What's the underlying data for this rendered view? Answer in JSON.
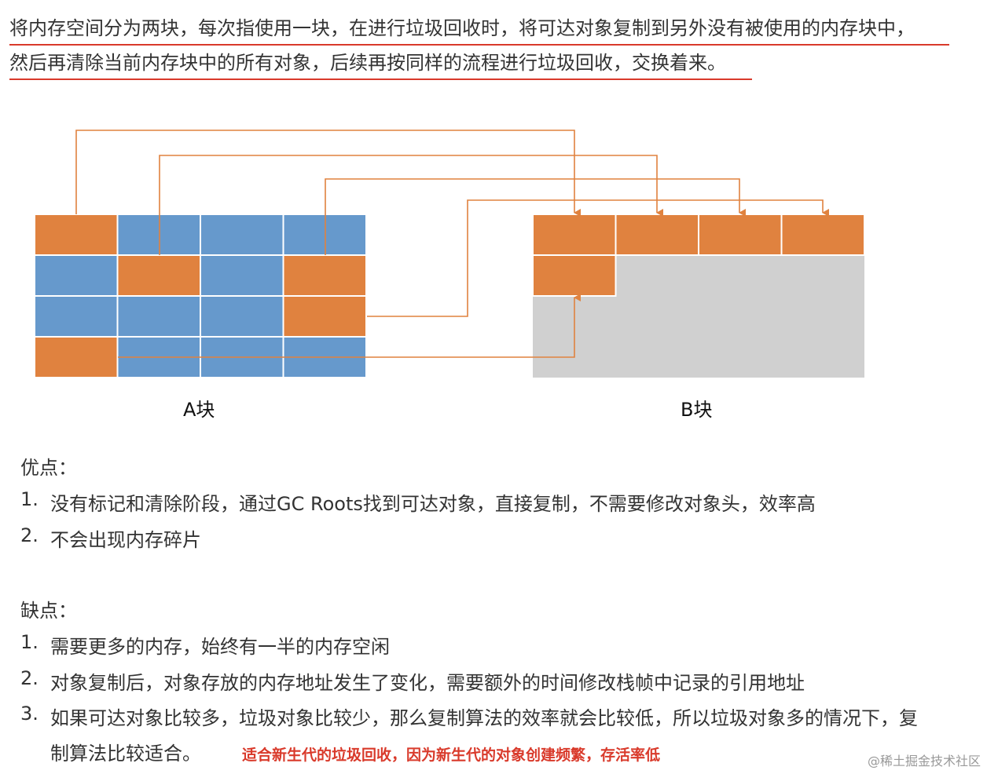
{
  "intro": {
    "line1": "将内存空间分为两块，每次指使用一块，在进行垃圾回收时，将可达对象复制到另外没有被使用的内存块中，",
    "line2": "然后再清除当前内存块中的所有对象，后续再按同样的流程进行垃圾回收，交换着来。"
  },
  "diagram": {
    "block_a_label": "A块",
    "block_b_label": "B块",
    "colors": {
      "live_object": "#e0823f",
      "dead_object": "#6699cc",
      "free_space": "#d0d0d0",
      "arrow": "#e0823f",
      "cell_border": "#ffffff"
    },
    "block_a_grid": [
      [
        "live",
        "dead",
        "dead",
        "dead"
      ],
      [
        "dead",
        "live",
        "dead",
        "live"
      ],
      [
        "dead",
        "dead",
        "dead",
        "live"
      ],
      [
        "live",
        "dead",
        "dead",
        "dead"
      ]
    ],
    "block_b_filled_cells": 5
  },
  "pros": {
    "title": "优点：",
    "items": [
      {
        "num": "1.",
        "text": "没有标记和清除阶段，通过GC Roots找到可达对象，直接复制，不需要修改对象头，效率高"
      },
      {
        "num": "2.",
        "text": "不会出现内存碎片"
      }
    ]
  },
  "cons": {
    "title": "缺点：",
    "items": [
      {
        "num": "1.",
        "text": "需要更多的内存，始终有一半的内存空闲"
      },
      {
        "num": "2.",
        "text": "对象复制后，对象存放的内存地址发生了变化，需要额外的时间修改栈帧中记录的引用地址"
      },
      {
        "num": "3.",
        "text": "如果可达对象比较多，垃圾对象比较少，那么复制算法的效率就会比较低，所以垃圾对象多的情况下，复",
        "text_cont": "制算法比较适合。",
        "note": "适合新生代的垃圾回收，因为新生代的对象创建频繁，存活率低"
      }
    ]
  },
  "watermark": "@稀土掘金技术社区"
}
